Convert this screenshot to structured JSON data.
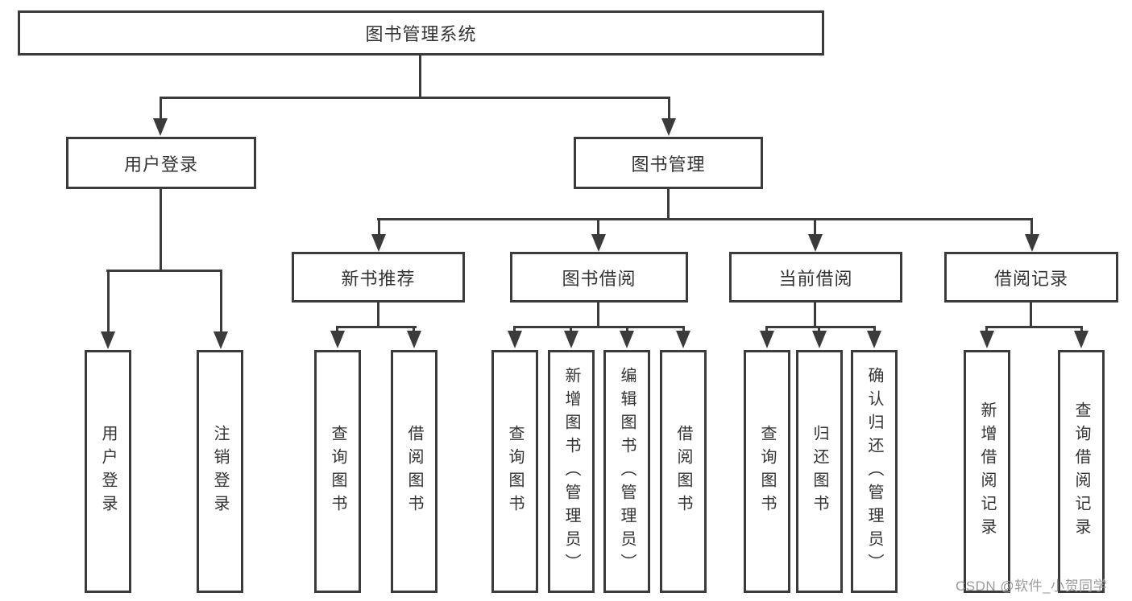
{
  "colors": {
    "line": "#3b3b3b",
    "text": "#333333",
    "watermark": "#9b9b9b",
    "background": "#ffffff"
  },
  "tree": {
    "label": "图书管理系统",
    "children": [
      {
        "label": "用户登录",
        "children": [
          {
            "label": "用户登录"
          },
          {
            "label": "注销登录"
          }
        ]
      },
      {
        "label": "图书管理",
        "children": [
          {
            "label": "新书推荐",
            "children": [
              {
                "label": "查询图书"
              },
              {
                "label": "借阅图书"
              }
            ]
          },
          {
            "label": "图书借阅",
            "children": [
              {
                "label": "查询图书"
              },
              {
                "label": "新增图书（管理员）"
              },
              {
                "label": "编辑图书（管理员）"
              },
              {
                "label": "借阅图书"
              }
            ]
          },
          {
            "label": "当前借阅",
            "children": [
              {
                "label": "查询图书"
              },
              {
                "label": "归还图书"
              },
              {
                "label": "确认归还（管理员）"
              }
            ]
          },
          {
            "label": "借阅记录",
            "children": [
              {
                "label": "新增借阅记录"
              },
              {
                "label": "查询借阅记录"
              }
            ]
          }
        ]
      }
    ]
  },
  "watermark": {
    "text": "CSDN @软件_小贺同学"
  }
}
